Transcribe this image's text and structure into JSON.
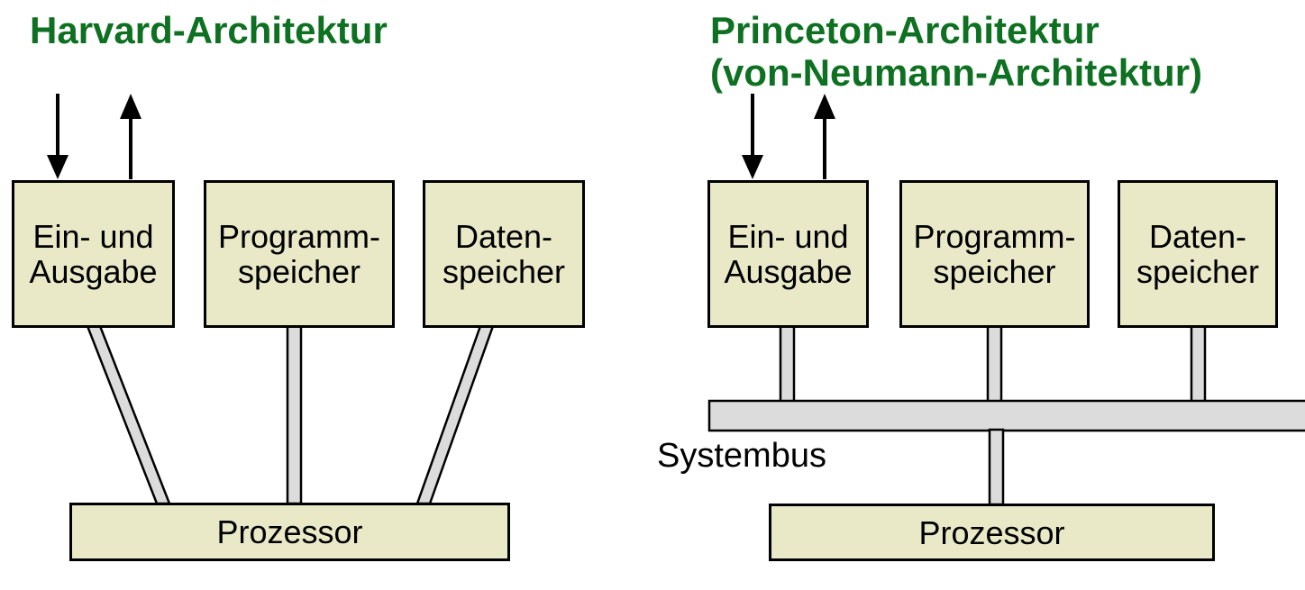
{
  "colors": {
    "title_green": "#0e7021",
    "box_fill": "#e9e9c8",
    "box_border": "#000000",
    "bus_fill": "#dcdcdc",
    "background": "#ffffff",
    "text": "#000000"
  },
  "harvard": {
    "title": "Harvard-Architektur",
    "boxes": {
      "io": "Ein- und\nAusgabe",
      "program": "Programm-\nspeicher",
      "data": "Daten-\nspeicher",
      "processor": "Prozessor"
    }
  },
  "princeton": {
    "title": "Princeton-Architektur\n(von-Neumann-Architektur)",
    "boxes": {
      "io": "Ein- und\nAusgabe",
      "program": "Programm-\nspeicher",
      "data": "Daten-\nspeicher",
      "processor": "Prozessor"
    },
    "bus_label": "Systembus"
  },
  "icons": {
    "input_arrow": "arrow-down",
    "output_arrow": "arrow-up"
  }
}
